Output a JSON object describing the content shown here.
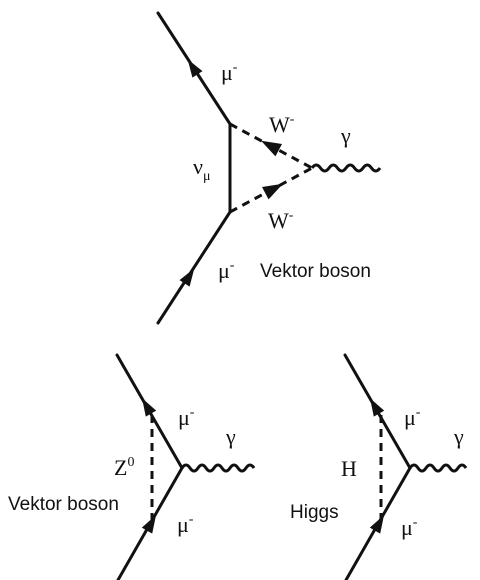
{
  "diagram_top": {
    "muon_out": "μ",
    "muon_out_sup": "-",
    "muon_in": "μ",
    "muon_in_sup": "-",
    "w_upper": "W",
    "w_upper_sup": "-",
    "w_lower": "W",
    "w_lower_sup": "-",
    "neutrino": "ν",
    "neutrino_sub": "μ",
    "photon": "γ",
    "caption": "Vektor boson"
  },
  "diagram_left": {
    "muon_out": "μ",
    "muon_out_sup": "-",
    "muon_in": "μ",
    "muon_in_sup": "-",
    "boson": "Z",
    "boson_sup": "0",
    "photon": "γ",
    "caption": "Vektor boson"
  },
  "diagram_right": {
    "muon_out": "μ",
    "muon_out_sup": "-",
    "muon_in": "μ",
    "muon_in_sup": "-",
    "boson": "H",
    "photon": "γ",
    "caption": "Higgs"
  },
  "colors": {
    "ink": "#111111",
    "background": "#ffffff"
  }
}
